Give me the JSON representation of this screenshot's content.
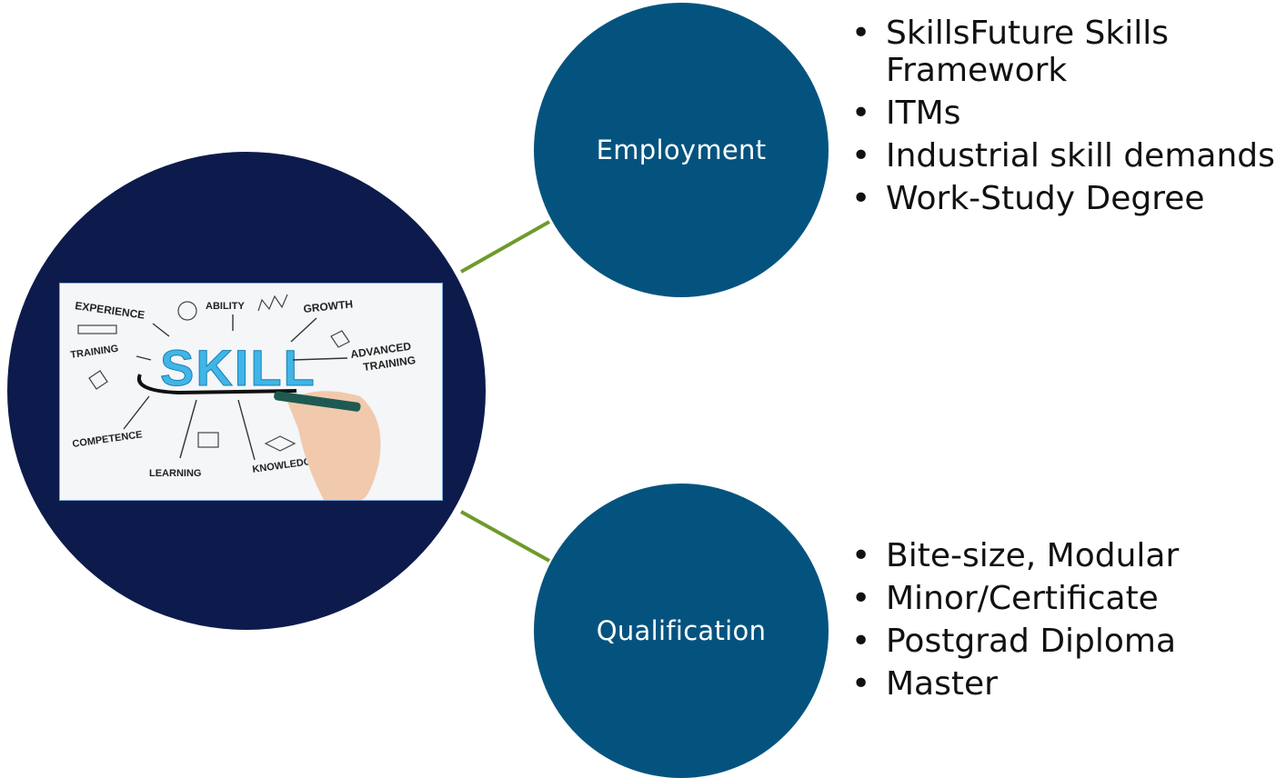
{
  "colors": {
    "hub": "#0d1b4c",
    "node": "#04537f",
    "connector": "#6f9a2a",
    "skill_word": "#3fb5e8"
  },
  "center_image": {
    "icon": "skill-concept-picture",
    "skill_word": "SKILL",
    "labels": {
      "experience": "EXPERIENCE",
      "ability": "ABILITY",
      "growth": "GROWTH",
      "training": "TRAINING",
      "advanced": "ADVANCED",
      "advanced_training": "TRAINING",
      "competence": "COMPETENCE",
      "learning": "LEARNING",
      "knowledge": "KNOWLEDGE"
    }
  },
  "employment": {
    "label": "Employment",
    "items": [
      "SkillsFuture Skills Framework",
      "ITMs",
      "Industrial skill demands",
      "Work-Study Degree"
    ]
  },
  "qualification": {
    "label": "Qualification",
    "items": [
      "Bite-size, Modular",
      "Minor/Certificate",
      "Postgrad Diploma",
      "Master"
    ]
  }
}
